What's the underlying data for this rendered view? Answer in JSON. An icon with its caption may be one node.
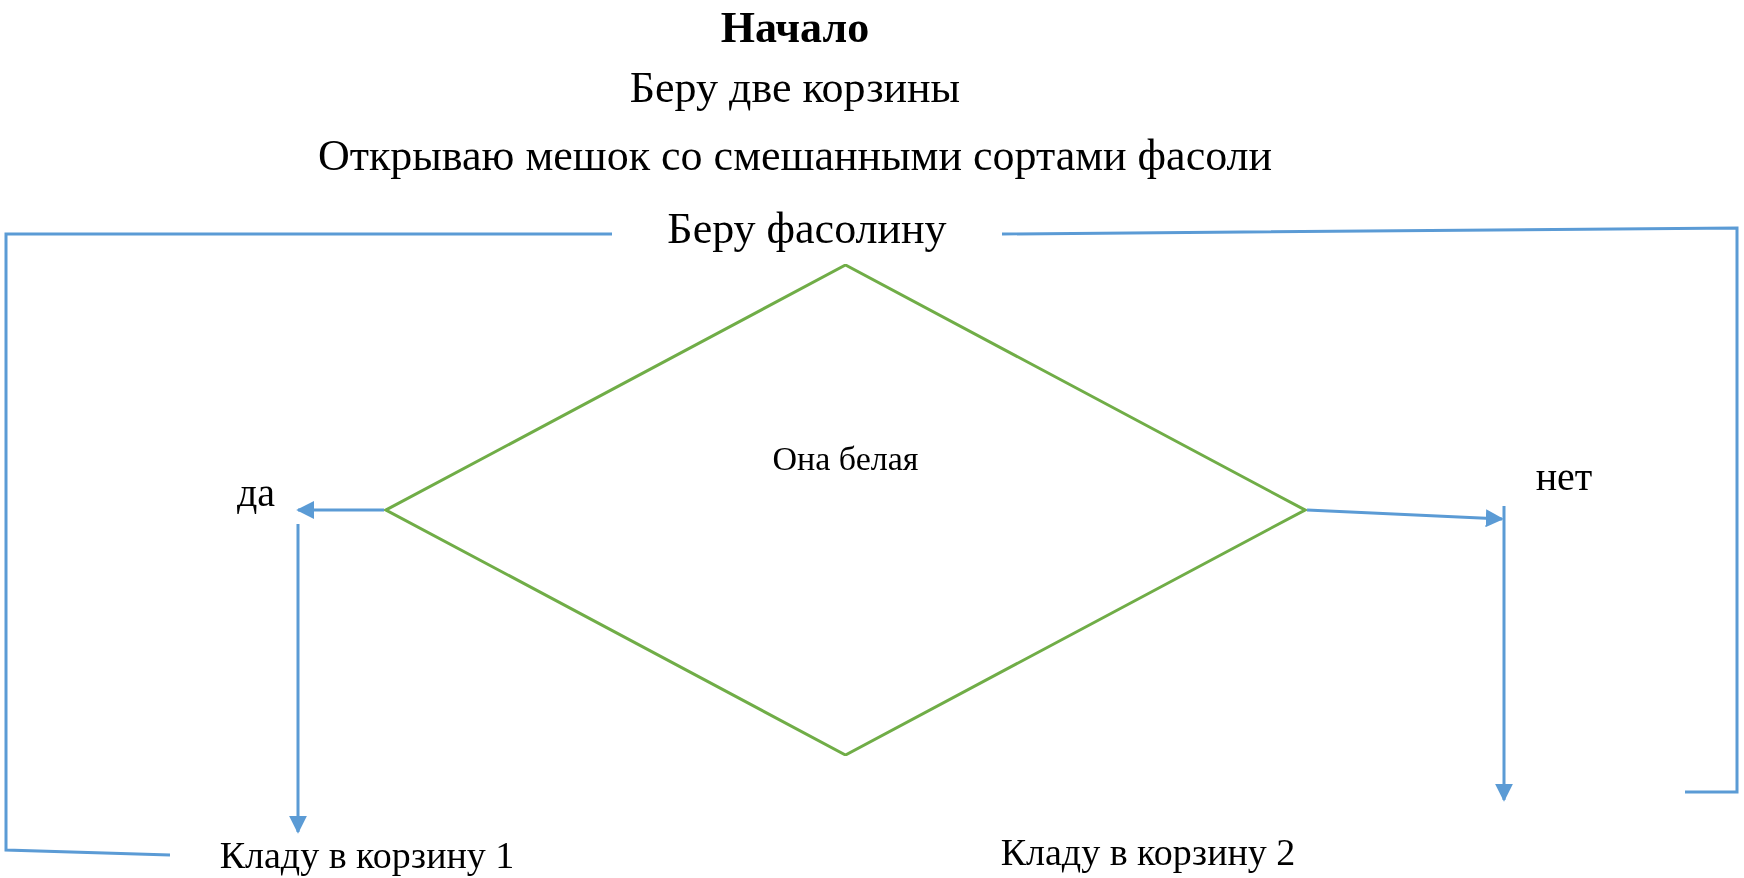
{
  "diagram": {
    "nodes": [
      {
        "text": [
          "Беру фасолину"
        ]
      },
      {
        "text": [
          "Она белая"
        ]
      },
      {
        "text": [
          "да"
        ]
      },
      {
        "text": [
          "Кладу в корзину 1"
        ]
      },
      {
        "text": [
          "нет"
        ]
      },
      {
        "text": [
          "Кладу в корзину 2"
        ]
      }
    ],
    "edges": [
      {
        "from": 1,
        "to": 2,
        "arrow": "to"
      },
      {
        "from": 2,
        "to": 3,
        "arrow": "to"
      },
      {
        "from": 1,
        "to": 4,
        "arrow": "to"
      },
      {
        "from": 4,
        "to": null,
        "arrow": "to"
      },
      {
        "from": 3,
        "to": 0,
        "arrow": "none"
      },
      {
        "from": null,
        "to": 0,
        "arrow": "none"
      }
    ],
    "labels": [
      "Начало",
      "Беру две корзины",
      "Открываю мешок со смешанными сортами фасоли"
    ]
  }
}
